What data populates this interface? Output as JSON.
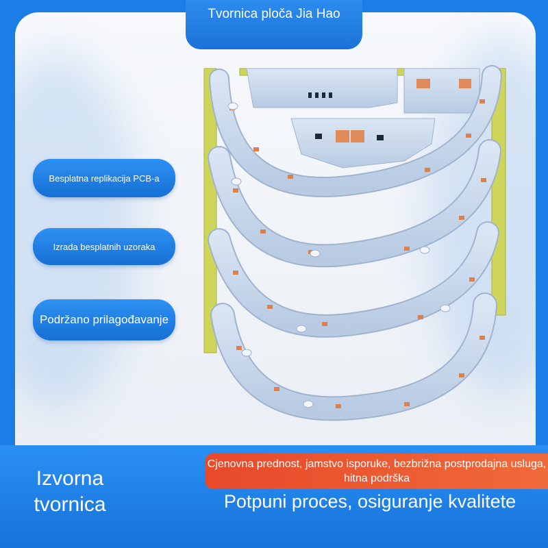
{
  "header": {
    "title": "Tvornica ploča Jia Hao"
  },
  "features": [
    {
      "label": "Besplatna replikacija PCB-a"
    },
    {
      "label": "Izrada besplatnih uzoraka"
    },
    {
      "label": "Podržano prilagođavanje"
    }
  ],
  "footer": {
    "left_label": "Izvorna tvornica",
    "orange_text": "Cjenovna prednost, jamstvo isporuke, bezbrižna postprodajna usluga, hitna podrška",
    "main_text": "Potpuni proces, osiguranje kvalitete"
  },
  "product": {
    "image": "aluminum-led-pcb-boards"
  },
  "colors": {
    "accent": "#1a7ee6",
    "orange": "#ec5a32",
    "board": "#c9d8ec",
    "substrate": "#d2d65a"
  }
}
